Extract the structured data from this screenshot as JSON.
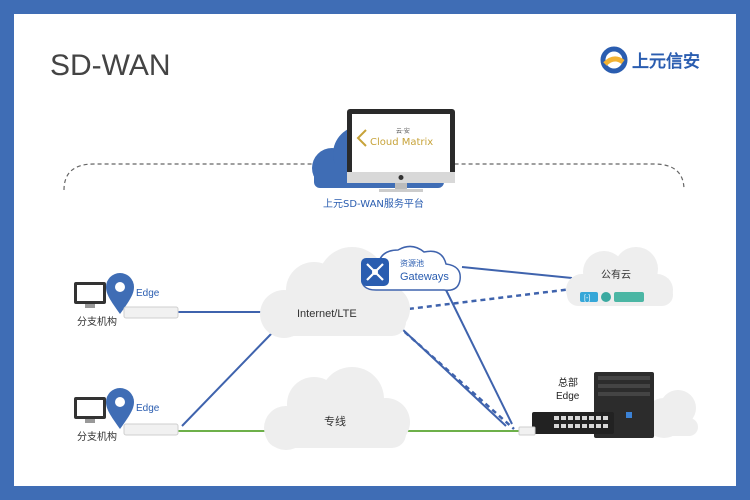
{
  "title": "SD-WAN",
  "brand": {
    "name": "上元信安",
    "color": "#2a5db0",
    "accent": "#f2b233"
  },
  "platform": {
    "screen_logo_top": "云·安",
    "screen_logo_text": "Cloud Matrix",
    "label": "上元SD-WAN服务平台"
  },
  "clouds": {
    "internet": "Internet/LTE",
    "private_line": "专线",
    "public_cloud": "公有云"
  },
  "gateways": {
    "label_cn": "资源池",
    "label_en": "Gateways"
  },
  "branches": [
    {
      "edge_label": "Edge",
      "name": "分支机构"
    },
    {
      "edge_label": "Edge",
      "name": "分支机构"
    }
  ],
  "hq": {
    "name": "总部",
    "edge_label": "Edge"
  },
  "colors": {
    "frame": "#3f6db5",
    "cloud_fill": "#eeeeee",
    "platform_cloud": "#3f6db5",
    "line_blue": "#3f63ad",
    "line_green": "#6db04a",
    "pin": "#3f6db5"
  }
}
